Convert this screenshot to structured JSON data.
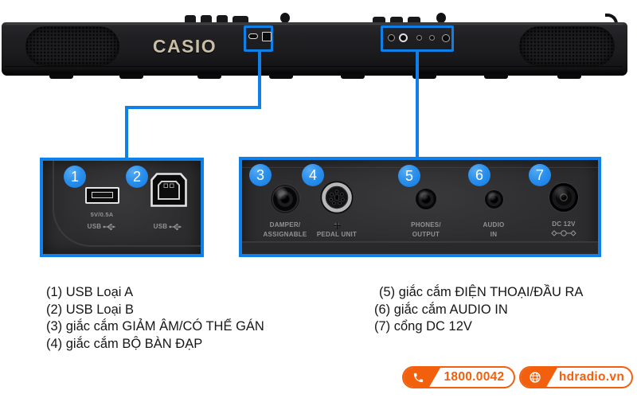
{
  "brand": "CASIO",
  "callout_numbers": [
    "1",
    "2",
    "3",
    "4",
    "5",
    "6",
    "7"
  ],
  "panel_usb": {
    "usb_a_power": "5V/0.5A",
    "usb_a_label": "USB",
    "usb_b_label": "USB"
  },
  "panel_jacks": {
    "damper_line1": "DAMPER/",
    "damper_line2": "ASSIGNABLE",
    "pedal_label": "PEDAL UNIT",
    "phones_line1": "PHONES/",
    "phones_line2": "OUTPUT",
    "audio_line1": "AUDIO",
    "audio_line2": "IN",
    "dc_label": "DC 12V"
  },
  "legend": {
    "left": [
      "(1) USB Loại A",
      "(2) USB Loại B",
      "(3) giắc cắm GIẢM ÂM/CÓ THỂ GÁN",
      "(4) giắc cắm BỘ BÀN ĐẠP"
    ],
    "right": [
      "(5) giắc cắm ĐIỆN THOẠI/ĐẦU RA",
      "(6) giắc cắm AUDIO IN",
      "(7) cổng DC 12V"
    ]
  },
  "contact": {
    "phone": "1800.0042",
    "website": "hdradio.vn"
  },
  "colors": {
    "accent_blue": "#0f80e8",
    "accent_orange": "#f2600d",
    "logo_gold": "#c9bda6"
  }
}
